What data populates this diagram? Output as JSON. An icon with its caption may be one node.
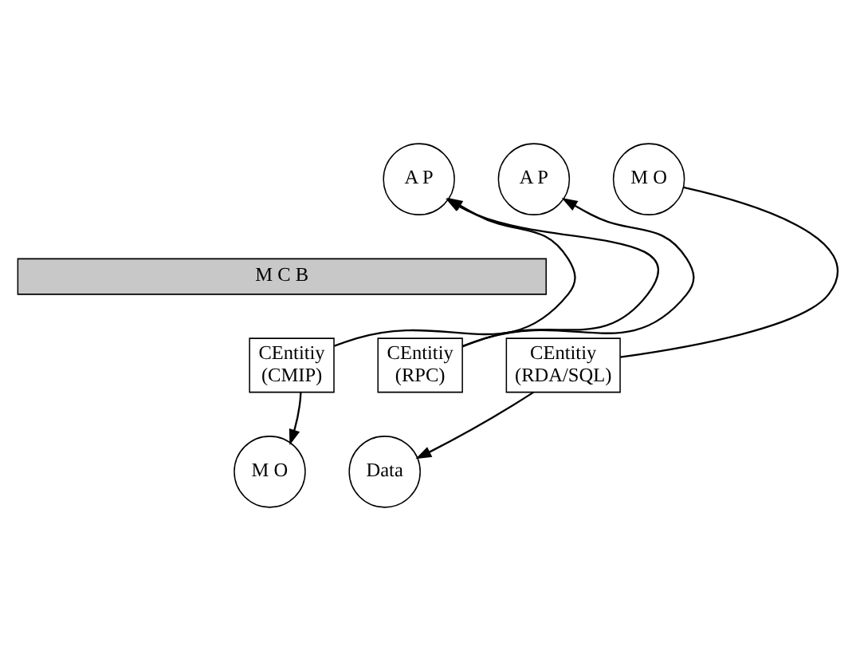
{
  "diagram": {
    "nodes": [
      {
        "text": [
          "A P"
        ]
      },
      {
        "text": [
          "A P"
        ]
      },
      {
        "text": [
          "M O"
        ]
      },
      {
        "text": [
          "M C B"
        ]
      },
      {
        "text": [
          "CEntitiy",
          "(CMIP)"
        ]
      },
      {
        "text": [
          "CEntitiy",
          "(RPC)"
        ]
      },
      {
        "text": [
          "CEntitiy",
          "(RDA/SQL)"
        ]
      },
      {
        "text": [
          "M O"
        ]
      },
      {
        "text": [
          "Data"
        ]
      }
    ],
    "edges": [
      {
        "from": 4,
        "to": 0,
        "arrow": "to"
      },
      {
        "from": 4,
        "to": 7,
        "arrow": "to"
      },
      {
        "from": 5,
        "to": 0,
        "arrow": "to"
      },
      {
        "from": 5,
        "to": 1,
        "arrow": "to"
      },
      {
        "from": 2,
        "to": 6,
        "arrow": "none"
      },
      {
        "from": 6,
        "to": 8,
        "arrow": "to"
      }
    ]
  }
}
